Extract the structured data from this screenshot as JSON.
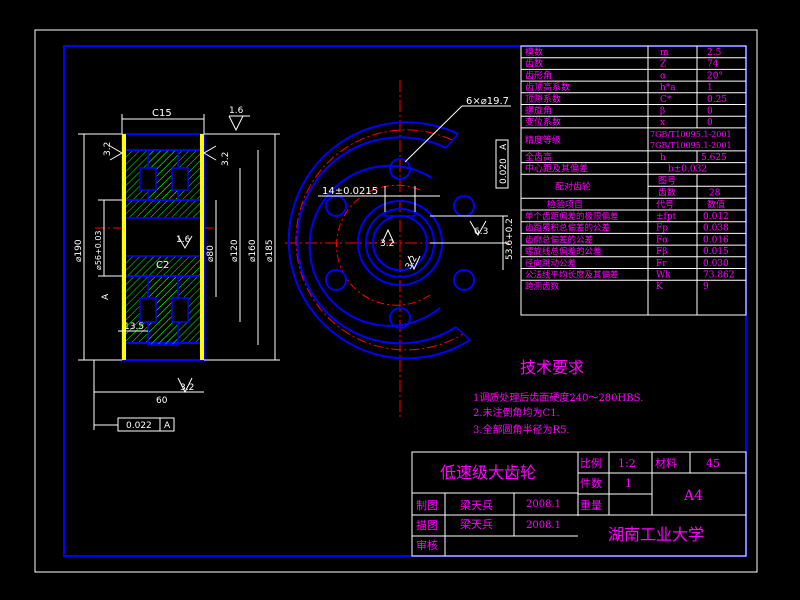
{
  "colors": {
    "background": "#000000",
    "frame": "#ffffff",
    "outline": "#0000ff",
    "centerline": "#ff0000",
    "dimension": "#ffffff",
    "text_magenta": "#ff00ff",
    "hatch": "#00ff00",
    "solid": "#ffff00"
  },
  "table": {
    "rows": [
      {
        "name": "模数",
        "sym": "m",
        "val": "2.5"
      },
      {
        "name": "齿数",
        "sym": "Z",
        "val": "74"
      },
      {
        "name": "齿形角",
        "sym": "α",
        "val": "20°"
      },
      {
        "name": "齿顶高系数",
        "sym": "h*a",
        "val": "1"
      },
      {
        "name": "顶隙系数",
        "sym": "C*",
        "val": "0.25"
      },
      {
        "name": "螺旋角",
        "sym": "β",
        "val": "0"
      },
      {
        "name": "变位系数",
        "sym": "x",
        "val": "0"
      }
    ],
    "precision": {
      "name": "精度等级",
      "line1": "7GB/T10095.1-2001",
      "line2": "7GB/T10095.1-2001"
    },
    "tooth_height": {
      "name": "全齿高",
      "sym": "h",
      "val": "5.625"
    },
    "center_distance": {
      "name": "中心距及其偏差",
      "val": "b±0.032"
    },
    "mating": {
      "name": "配对齿轮",
      "r1_label": "图号",
      "r1_val": "",
      "r2_label": "齿数",
      "r2_val": "28"
    },
    "inspect_header": {
      "name": "检验项目",
      "sym": "代号",
      "val": "数值"
    },
    "inspect_rows": [
      {
        "name": "单个齿距偏差的极限偏差",
        "sym": "±fpt",
        "val": "0.012"
      },
      {
        "name": "齿距累积总偏差的公差",
        "sym": "Fp",
        "val": "0.038"
      },
      {
        "name": "齿廓总偏差的公差",
        "sym": "Fα",
        "val": "0.016"
      },
      {
        "name": "螺旋线总偏差的公差",
        "sym": "Fβ",
        "val": "0.015"
      },
      {
        "name": "径向跳动公差",
        "sym": "Fr",
        "val": "0.030"
      },
      {
        "name": "公法线平均长度及其偏差",
        "sym": "Wk",
        "val": "73.862"
      },
      {
        "name": "跨测齿数",
        "sym": "K",
        "val": "9"
      }
    ]
  },
  "tech": {
    "title": "技术要求",
    "items": [
      "1调质处理后齿面硬度240～280HBS.",
      "2.未注倒角均为C1.",
      "3.全部圆角半径为R5."
    ]
  },
  "title_block": {
    "part_name": "低速级大齿轮",
    "scale_label": "比例",
    "scale": "1:2",
    "material_label": "材料",
    "material": "45",
    "qty_label": "件数",
    "qty": "1",
    "weight_label": "重量",
    "sheet": "A4",
    "draw_label": "制图",
    "draw_name": "梁天兵",
    "draw_date": "2008.1",
    "trace_label": "描图",
    "trace_name": "梁天兵",
    "trace_date": "2008.1",
    "review_label": "审核",
    "school": "湖南工业大学"
  },
  "section": {
    "c15": "C15",
    "c2": "C2",
    "r16a": "1.6",
    "r16b": "1.6",
    "r32a": "3.2",
    "r32b": "3.2",
    "r32c": "3.2",
    "d190": "⌀190",
    "d56": "⌀56+0.03",
    "d80": "⌀80",
    "d120": "⌀120",
    "d160": "⌀160",
    "d185": "⌀185",
    "w135": "13.5",
    "w60": "60",
    "tol1": "0.022",
    "tol1_ref": "A",
    "ref_a": "A"
  },
  "front": {
    "holes": "6×⌀19.7",
    "key": "14±0.0215",
    "depth": "53.6+0.2",
    "tol2": "0.020",
    "tol2_ref": "A",
    "r32a": "3.2",
    "r32b": "3.2",
    "r63": "6.3"
  }
}
